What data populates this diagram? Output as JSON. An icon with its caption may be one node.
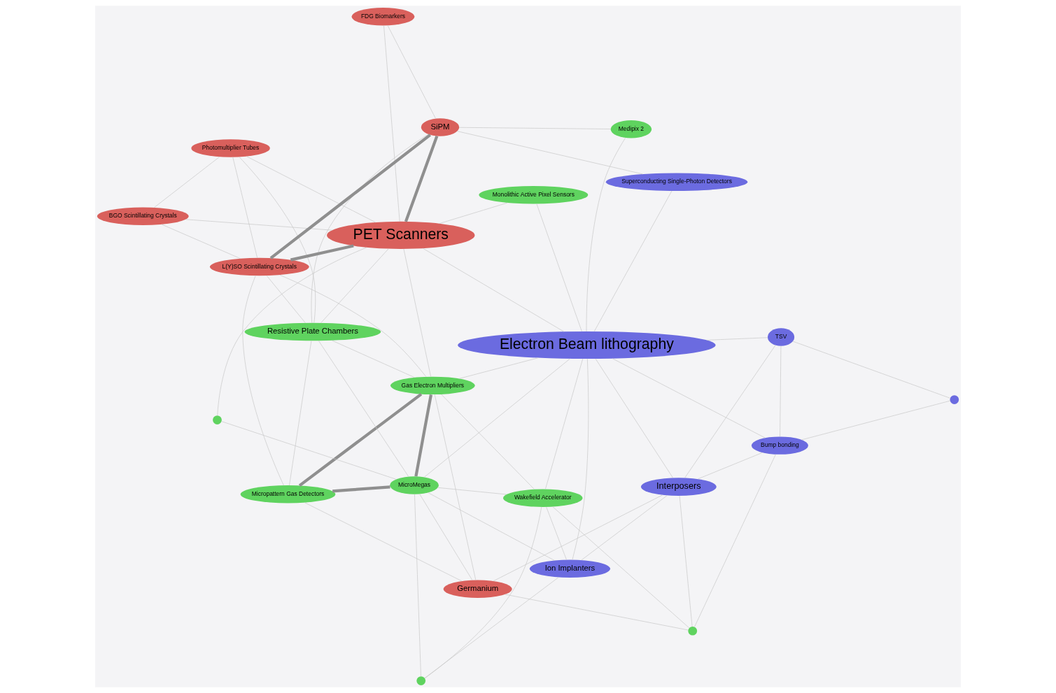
{
  "diagram": {
    "nodes": [
      {
        "text": [
          "Germanium"
        ]
      },
      {
        "text": [
          "Micropattern Gas Detectors"
        ]
      },
      {
        "text": [],
        "shape": "circle"
      },
      {
        "text": [
          "Gas Electron Multipliers"
        ]
      },
      {
        "text": [
          "MicroMegas"
        ]
      },
      {
        "text": [
          "Interposers"
        ]
      },
      {
        "text": [],
        "shape": "circle"
      },
      {
        "text": [
          "Bump bonding"
        ]
      },
      {
        "text": [
          "Resistive Plate Chambers"
        ]
      },
      {
        "text": [],
        "shape": "circle"
      },
      {
        "text": [],
        "shape": "circle"
      },
      {
        "text": [
          "Photomultiplier Tubes"
        ]
      },
      {
        "text": [
          "Wakefield Accelerator"
        ]
      },
      {
        "text": [
          "TSV"
        ]
      },
      {
        "text": [
          "Monolithic Active Pixel Sensors"
        ]
      },
      {
        "text": [
          "BGO Scintillating Crystals"
        ]
      },
      {
        "text": [
          "Ion Implanters"
        ]
      },
      {
        "text": [
          "PET Scanners"
        ]
      },
      {
        "text": [
          "Electron Beam lithography"
        ]
      },
      {
        "text": [
          "Medipix 2"
        ]
      },
      {
        "text": [
          "FDG Biomarkers"
        ]
      },
      {
        "text": [
          "Superconducting Single-Photon Detectors"
        ]
      },
      {
        "text": [
          "L(Y)SO Scintillating Crystals"
        ]
      },
      {
        "text": [
          "SiPM"
        ]
      }
    ],
    "edges": [
      {
        "from": 1,
        "to": 3,
        "arrow": "none",
        "style": "thick"
      },
      {
        "from": 1,
        "to": 4,
        "arrow": "none",
        "style": "thick"
      },
      {
        "from": 3,
        "to": 4,
        "arrow": "none",
        "style": "thick"
      },
      {
        "from": 3,
        "to": 8,
        "arrow": "none"
      },
      {
        "from": 4,
        "to": 8,
        "arrow": "none"
      },
      {
        "from": 17,
        "to": 22,
        "arrow": "none",
        "style": "thick"
      },
      {
        "from": 22,
        "to": 23,
        "arrow": "none",
        "style": "thick"
      },
      {
        "from": 17,
        "to": 23,
        "arrow": "none",
        "style": "thick"
      },
      {
        "from": 4,
        "to": 18,
        "arrow": "none"
      },
      {
        "from": 5,
        "to": 7,
        "arrow": "none"
      },
      {
        "from": 5,
        "to": 13,
        "arrow": "none"
      },
      {
        "from": 5,
        "to": 18,
        "arrow": "none"
      },
      {
        "from": 7,
        "to": 13,
        "arrow": "none"
      },
      {
        "from": 7,
        "to": 18,
        "arrow": "none"
      },
      {
        "from": 13,
        "to": 18,
        "arrow": "none"
      },
      {
        "from": 16,
        "to": 18,
        "arrow": "none"
      },
      {
        "from": 18,
        "to": 19,
        "arrow": "none"
      },
      {
        "from": 21,
        "to": 18,
        "arrow": "none"
      },
      {
        "from": 0,
        "to": 1,
        "arrow": "none"
      },
      {
        "from": 0,
        "to": 3,
        "arrow": "none"
      },
      {
        "from": 0,
        "to": 2,
        "arrow": "none"
      },
      {
        "from": 2,
        "to": 5,
        "arrow": "none"
      },
      {
        "from": 2,
        "to": 7,
        "arrow": "none"
      },
      {
        "from": 2,
        "to": 12,
        "arrow": "none"
      },
      {
        "from": 0,
        "to": 5,
        "arrow": "none"
      },
      {
        "from": 11,
        "to": 15,
        "arrow": "none"
      },
      {
        "from": 11,
        "to": 22,
        "arrow": "none"
      },
      {
        "from": 15,
        "to": 22,
        "arrow": "none"
      },
      {
        "from": 15,
        "to": 17,
        "arrow": "none"
      },
      {
        "from": 11,
        "to": 17,
        "arrow": "none"
      },
      {
        "from": 8,
        "to": 11,
        "arrow": "none"
      },
      {
        "from": 8,
        "to": 17,
        "arrow": "none"
      },
      {
        "from": 8,
        "to": 22,
        "arrow": "none"
      },
      {
        "from": 3,
        "to": 22,
        "arrow": "none"
      },
      {
        "from": 3,
        "to": 17,
        "arrow": "none"
      },
      {
        "from": 20,
        "to": 23,
        "arrow": "none"
      },
      {
        "from": 20,
        "to": 17,
        "arrow": "none"
      },
      {
        "from": 21,
        "to": 23,
        "arrow": "none"
      },
      {
        "from": 19,
        "to": 23,
        "arrow": "none"
      },
      {
        "from": 14,
        "to": 18,
        "arrow": "none"
      },
      {
        "from": 14,
        "to": 17,
        "arrow": "none"
      },
      {
        "from": 12,
        "to": 18,
        "arrow": "none"
      },
      {
        "from": 6,
        "to": 12,
        "arrow": "none"
      },
      {
        "from": 6,
        "to": 16,
        "arrow": "none"
      },
      {
        "from": 4,
        "to": 6,
        "arrow": "none"
      },
      {
        "from": 4,
        "to": 12,
        "arrow": "none"
      },
      {
        "from": 9,
        "to": 4,
        "arrow": "none"
      },
      {
        "from": 9,
        "to": 17,
        "arrow": "none"
      },
      {
        "from": 10,
        "to": 13,
        "arrow": "none"
      },
      {
        "from": 10,
        "to": 7,
        "arrow": "none"
      },
      {
        "from": 16,
        "to": 5,
        "arrow": "none"
      },
      {
        "from": 8,
        "to": 23,
        "arrow": "none"
      },
      {
        "from": 1,
        "to": 8,
        "arrow": "none"
      },
      {
        "from": 3,
        "to": 12,
        "arrow": "none"
      },
      {
        "from": 4,
        "to": 16,
        "arrow": "none"
      },
      {
        "from": 3,
        "to": 18,
        "arrow": "none"
      },
      {
        "from": 12,
        "to": 16,
        "arrow": "none"
      },
      {
        "from": 17,
        "to": 18,
        "arrow": "none"
      },
      {
        "from": 0,
        "to": 4,
        "arrow": "none"
      },
      {
        "from": 1,
        "to": 22,
        "arrow": "none"
      }
    ]
  }
}
